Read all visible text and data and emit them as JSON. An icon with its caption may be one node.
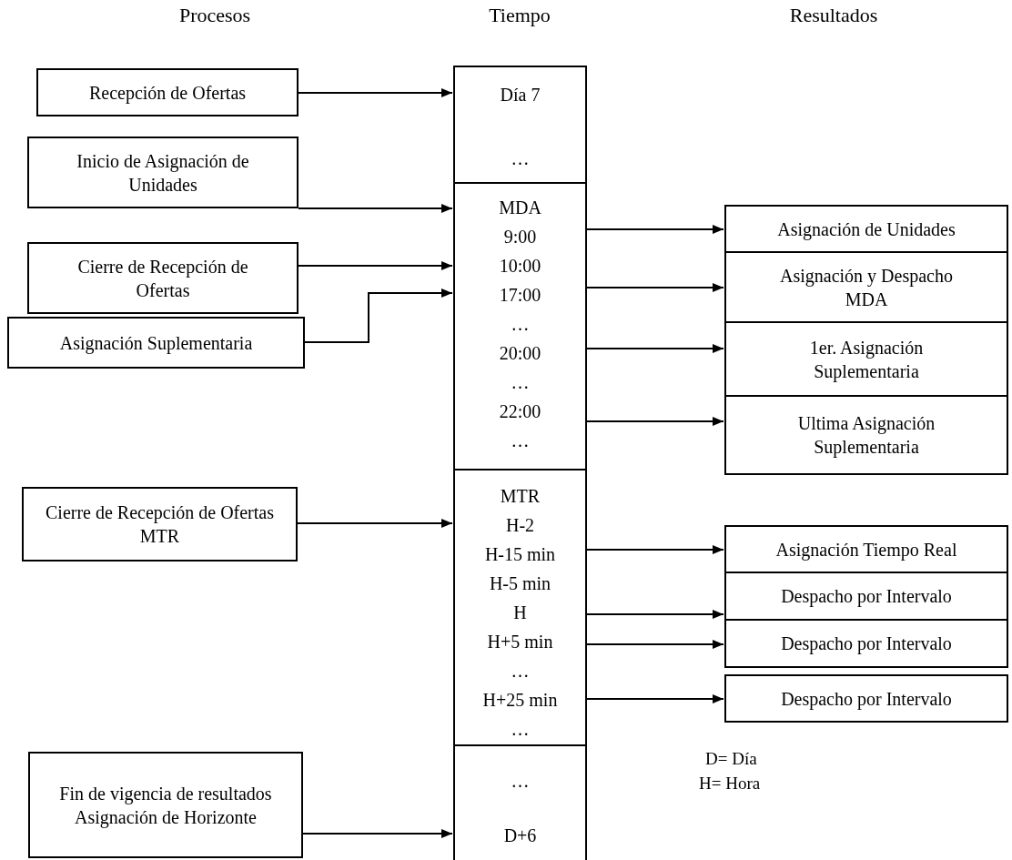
{
  "diagram": {
    "nodes": [
      {
        "text": [
          "Recepción de Ofertas"
        ]
      },
      {
        "text": [
          "Inicio de Asignación de Unidades"
        ]
      },
      {
        "text": [
          "Cierre de Recepción de Ofertas"
        ]
      },
      {
        "text": [
          "Asignación Suplementaria"
        ]
      },
      {
        "text": [
          "Cierre de Recepción de Ofertas MTR"
        ]
      },
      {
        "text": [
          "Fin de vigencia de resultados Asignación de Horizonte"
        ]
      },
      {
        "text": [
          "Día 7",
          "…"
        ]
      },
      {
        "text": [
          "MDA",
          "9:00",
          "10:00",
          "17:00",
          "…",
          "20:00",
          "…",
          "22:00",
          "…"
        ]
      },
      {
        "text": [
          "MTR",
          "H-2",
          "H-15 min",
          "H-5 min",
          "H",
          "H+5 min",
          "…",
          "H+25 min",
          "…"
        ]
      },
      {
        "text": [
          "…",
          "D+6"
        ]
      },
      {
        "text": [
          "Asignación de Unidades"
        ]
      },
      {
        "text": [
          "Asignación y Despacho MDA"
        ]
      },
      {
        "text": [
          "1er. Asignación Suplementaria"
        ]
      },
      {
        "text": [
          "Ultima Asignación Suplementaria"
        ]
      },
      {
        "text": [
          "Asignación Tiempo Real"
        ]
      },
      {
        "text": [
          "Despacho por Intervalo"
        ]
      },
      {
        "text": [
          "Despacho por Intervalo"
        ]
      },
      {
        "text": [
          "Despacho por Intervalo"
        ]
      }
    ],
    "edges": [
      {
        "from": 0,
        "to": 6,
        "arrow": "to"
      },
      {
        "from": 1,
        "to": 7,
        "arrow": "to"
      },
      {
        "from": 2,
        "to": 7,
        "arrow": "to"
      },
      {
        "from": 3,
        "to": 7,
        "arrow": "to"
      },
      {
        "from": 4,
        "to": 8,
        "arrow": "to"
      },
      {
        "from": 5,
        "to": 9,
        "arrow": "to"
      },
      {
        "from": 7,
        "to": 10,
        "arrow": "to"
      },
      {
        "from": 7,
        "to": 11,
        "arrow": "to"
      },
      {
        "from": 7,
        "to": 12,
        "arrow": "to"
      },
      {
        "from": 7,
        "to": 13,
        "arrow": "to"
      },
      {
        "from": 8,
        "to": 14,
        "arrow": "to"
      },
      {
        "from": 8,
        "to": 15,
        "arrow": "to"
      },
      {
        "from": 8,
        "to": 16,
        "arrow": "to"
      },
      {
        "from": 8,
        "to": 17,
        "arrow": "to"
      }
    ],
    "labels": [
      "Procesos",
      "Tiempo",
      "Resultados",
      "D= Día",
      "H= Hora"
    ]
  }
}
